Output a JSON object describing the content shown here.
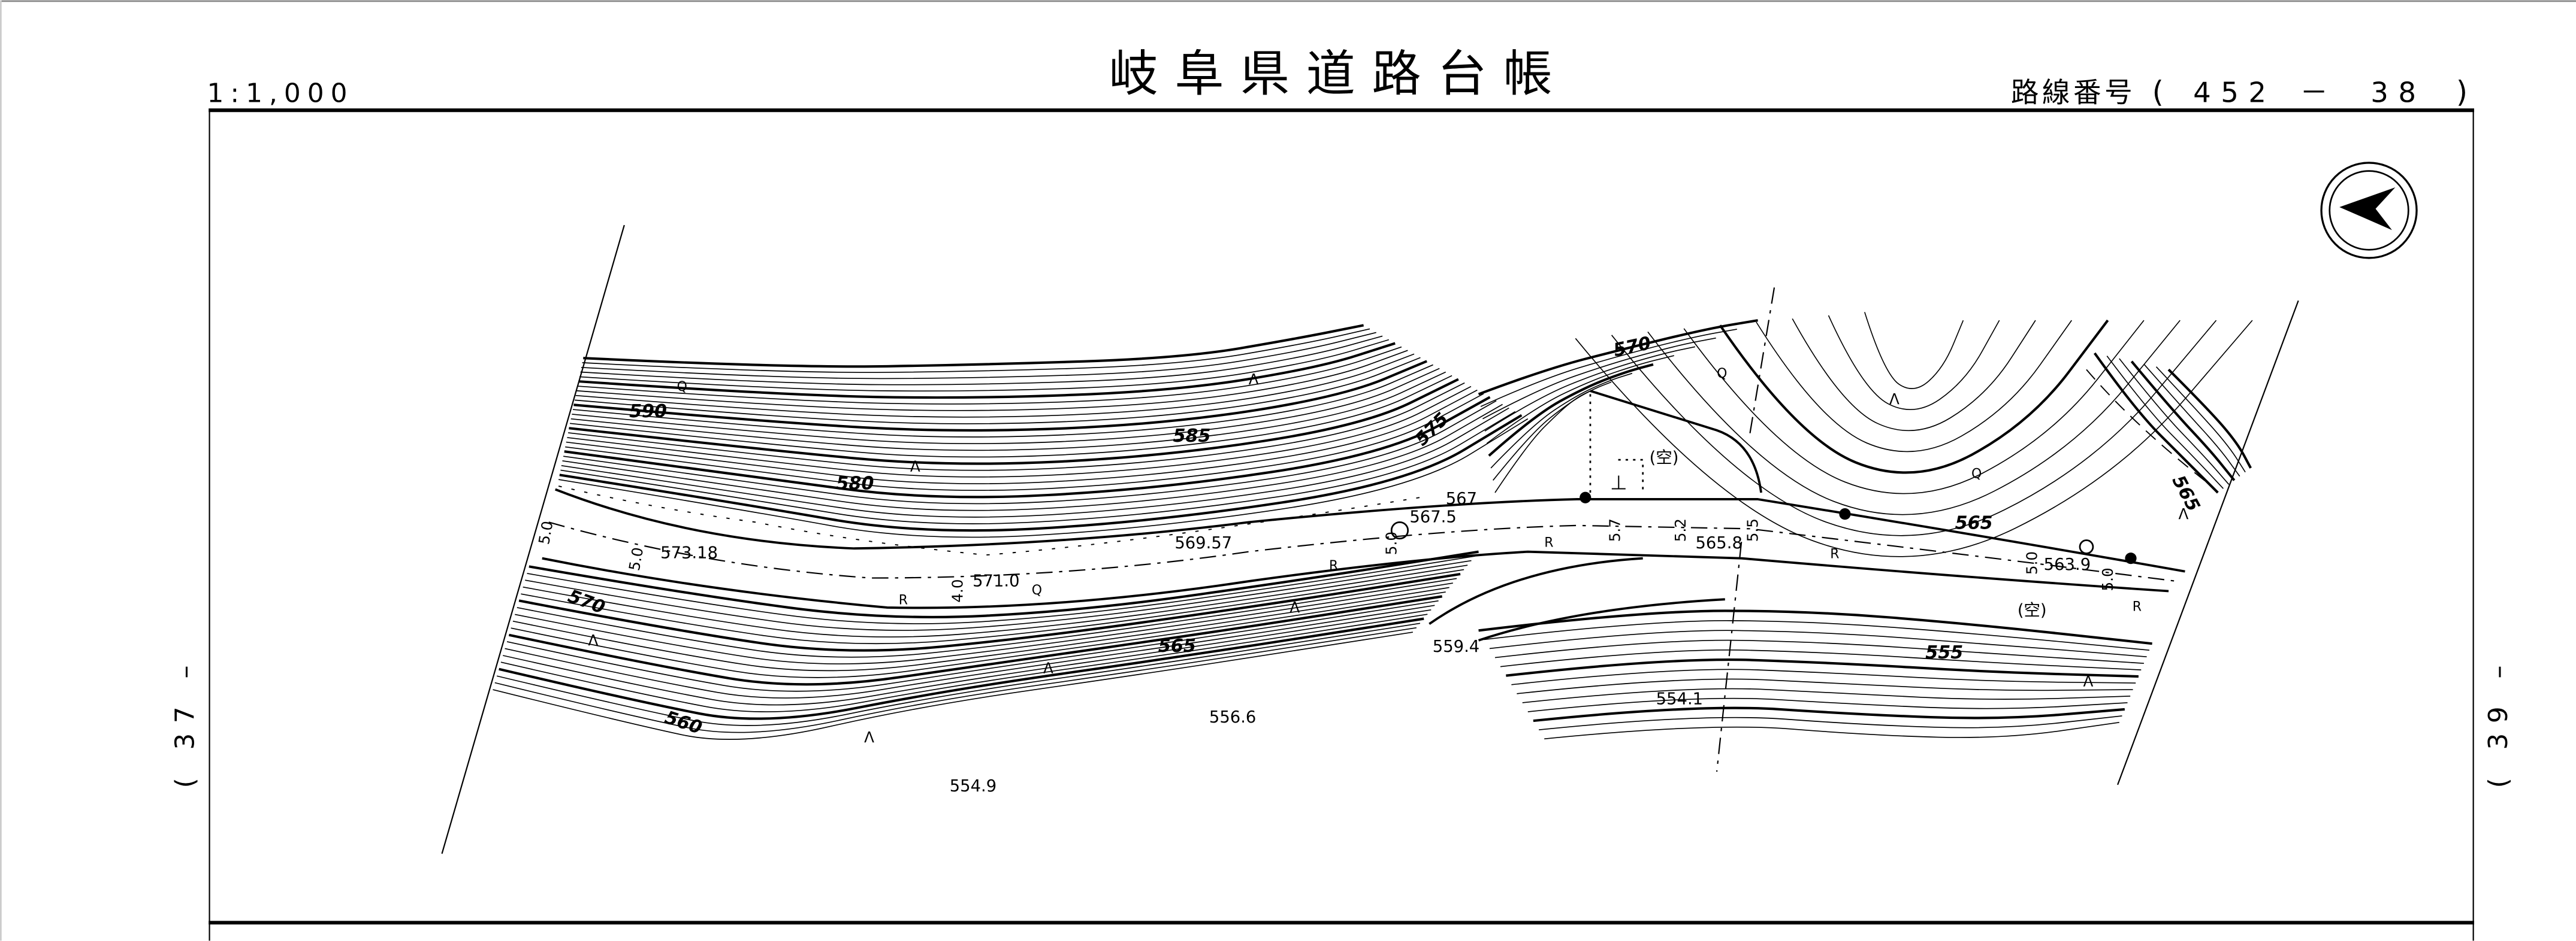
{
  "header": {
    "scale": "1:1,000",
    "title": "岐阜県道路台帳",
    "route_label": "路線番号",
    "route_open": "(",
    "route_number": "452",
    "route_dash": "－",
    "route_sub": "38",
    "route_close": ")"
  },
  "side_labels": {
    "left": "( 37 –",
    "right": "( 39 –"
  },
  "north_arrow": {
    "icon": "north-arrow-icon"
  },
  "contour_labels": [
    "590",
    "585",
    "580",
    "575",
    "570",
    "565",
    "565",
    "570",
    "565",
    "560",
    "555"
  ],
  "spot_elevations": [
    "573.18",
    "569.57",
    "571.0",
    "567.5",
    "567",
    "565.8",
    "563.9",
    "559.4",
    "556.6",
    "554.1",
    "554.9"
  ],
  "road_widths": [
    "5.0",
    "5.0",
    "5.0",
    "5.7",
    "5.2",
    "5.5",
    "5.0",
    "5.0",
    "4.0"
  ],
  "land_use": {
    "vacant": "(空)",
    "paddy_symbol": "R",
    "orchard_symbol": "Q",
    "waste_symbol": "Λ",
    "marker": "⊥"
  }
}
